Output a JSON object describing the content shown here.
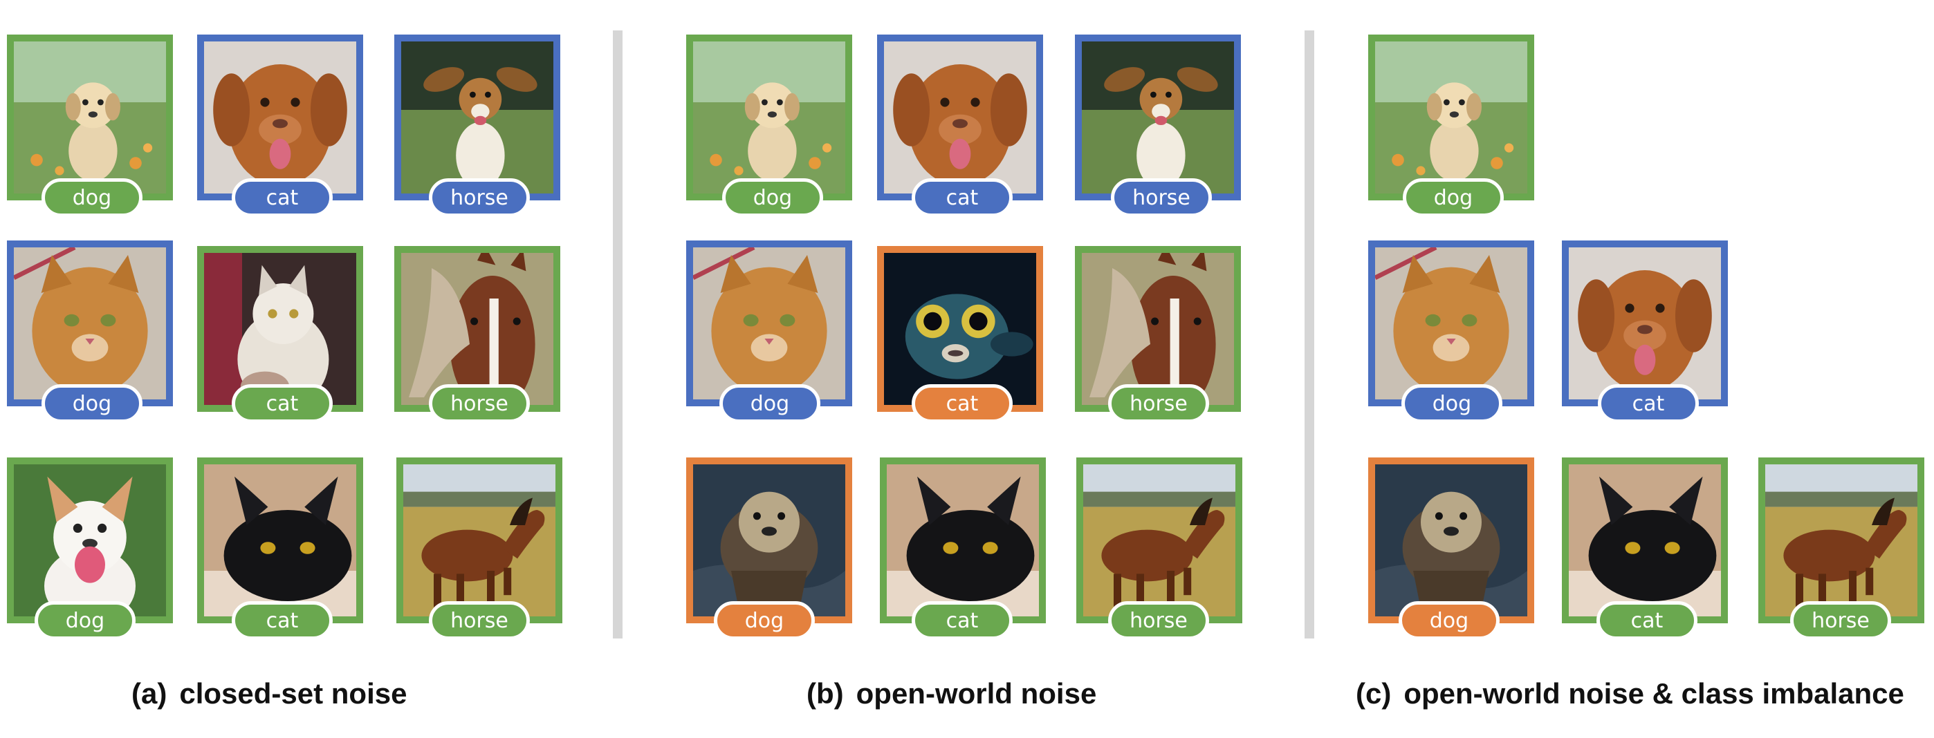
{
  "colors": {
    "correct": "#6aa84f",
    "closed_noise": "#4a6fc0",
    "open_noise": "#e4813e"
  },
  "panels": [
    {
      "caption_letter": "(a)",
      "caption_text": "closed-set noise",
      "rows": [
        [
          {
            "image": "puppy",
            "label": "dog",
            "status": "correct"
          },
          {
            "image": "retriever",
            "label": "cat",
            "status": "closed_noise"
          },
          {
            "image": "beagle",
            "label": "horse",
            "status": "closed_noise"
          }
        ],
        [
          {
            "image": "orange-cat",
            "label": "dog",
            "status": "closed_noise"
          },
          {
            "image": "white-cat",
            "label": "cat",
            "status": "correct"
          },
          {
            "image": "horse-head",
            "label": "horse",
            "status": "correct"
          }
        ],
        [
          {
            "image": "white-dog",
            "label": "dog",
            "status": "correct"
          },
          {
            "image": "black-cat",
            "label": "cat",
            "status": "correct"
          },
          {
            "image": "running-horse",
            "label": "horse",
            "status": "correct"
          }
        ]
      ]
    },
    {
      "caption_letter": "(b)",
      "caption_text": "open-world noise",
      "rows": [
        [
          {
            "image": "puppy",
            "label": "dog",
            "status": "correct"
          },
          {
            "image": "retriever",
            "label": "cat",
            "status": "closed_noise"
          },
          {
            "image": "beagle",
            "label": "horse",
            "status": "closed_noise"
          }
        ],
        [
          {
            "image": "orange-cat",
            "label": "dog",
            "status": "closed_noise"
          },
          {
            "image": "pufferfish",
            "label": "cat",
            "status": "open_noise"
          },
          {
            "image": "horse-head",
            "label": "horse",
            "status": "correct"
          }
        ],
        [
          {
            "image": "otter",
            "label": "dog",
            "status": "open_noise"
          },
          {
            "image": "black-cat",
            "label": "cat",
            "status": "correct"
          },
          {
            "image": "running-horse",
            "label": "horse",
            "status": "correct"
          }
        ]
      ]
    },
    {
      "caption_letter": "(c)",
      "caption_text": "open-world noise & class imbalance",
      "rows": [
        [
          {
            "image": "puppy",
            "label": "dog",
            "status": "correct"
          }
        ],
        [
          {
            "image": "orange-cat",
            "label": "dog",
            "status": "closed_noise"
          },
          {
            "image": "retriever",
            "label": "cat",
            "status": "closed_noise"
          }
        ],
        [
          {
            "image": "otter",
            "label": "dog",
            "status": "open_noise"
          },
          {
            "image": "black-cat",
            "label": "cat",
            "status": "correct"
          },
          {
            "image": "running-horse",
            "label": "horse",
            "status": "correct"
          }
        ]
      ]
    }
  ]
}
